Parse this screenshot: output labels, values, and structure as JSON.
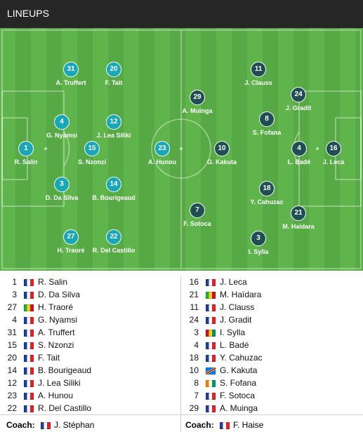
{
  "header": {
    "title": "LINEUPS"
  },
  "home_players_pitch": [
    {
      "num": "1",
      "name": "R. Salin"
    },
    {
      "num": "31",
      "name": "A. Truffert"
    },
    {
      "num": "20",
      "name": "F. Tait"
    },
    {
      "num": "4",
      "name": "G. Nyamsi"
    },
    {
      "num": "12",
      "name": "J. Lea Siliki"
    },
    {
      "num": "15",
      "name": "S. Nzonzi"
    },
    {
      "num": "3",
      "name": "D. Da Silva"
    },
    {
      "num": "14",
      "name": "B. Bourigeaud"
    },
    {
      "num": "27",
      "name": "H. Traoré"
    },
    {
      "num": "22",
      "name": "R. Del Castillo"
    },
    {
      "num": "23",
      "name": "A. Hunou"
    }
  ],
  "away_players_pitch": [
    {
      "num": "29",
      "name": "A. Muinga"
    },
    {
      "num": "10",
      "name": "G. Kakuta"
    },
    {
      "num": "7",
      "name": "F. Sotoca"
    },
    {
      "num": "11",
      "name": "J. Clauss"
    },
    {
      "num": "24",
      "name": "J. Gradit"
    },
    {
      "num": "8",
      "name": "S. Fofana"
    },
    {
      "num": "4",
      "name": "L. Badé"
    },
    {
      "num": "16",
      "name": "J. Leca"
    },
    {
      "num": "18",
      "name": "Y. Cahuzac"
    },
    {
      "num": "21",
      "name": "M. Haïdara"
    },
    {
      "num": "3",
      "name": "I. Sylla"
    }
  ],
  "home_list": [
    {
      "num": "1",
      "name": "R. Salin",
      "flag": "france"
    },
    {
      "num": "3",
      "name": "D. Da Silva",
      "flag": "france"
    },
    {
      "num": "27",
      "name": "H. Traoré",
      "flag": "mali"
    },
    {
      "num": "4",
      "name": "G. Nyamsi",
      "flag": "france"
    },
    {
      "num": "31",
      "name": "A. Truffert",
      "flag": "france"
    },
    {
      "num": "15",
      "name": "S. Nzonzi",
      "flag": "france"
    },
    {
      "num": "20",
      "name": "F. Tait",
      "flag": "france"
    },
    {
      "num": "14",
      "name": "B. Bourigeaud",
      "flag": "france"
    },
    {
      "num": "12",
      "name": "J. Lea Siliki",
      "flag": "france"
    },
    {
      "num": "23",
      "name": "A. Hunou",
      "flag": "france"
    },
    {
      "num": "22",
      "name": "R. Del Castillo",
      "flag": "france"
    }
  ],
  "away_list": [
    {
      "num": "16",
      "name": "J. Leca",
      "flag": "france"
    },
    {
      "num": "21",
      "name": "M. Haïdara",
      "flag": "mali"
    },
    {
      "num": "11",
      "name": "J. Clauss",
      "flag": "france"
    },
    {
      "num": "24",
      "name": "J. Gradit",
      "flag": "france"
    },
    {
      "num": "3",
      "name": "I. Sylla",
      "flag": "guinea"
    },
    {
      "num": "4",
      "name": "L. Badé",
      "flag": "france"
    },
    {
      "num": "18",
      "name": "Y. Cahuzac",
      "flag": "france"
    },
    {
      "num": "10",
      "name": "G. Kakuta",
      "flag": "dr-congo"
    },
    {
      "num": "8",
      "name": "S. Fofana",
      "flag": "ivory-coast"
    },
    {
      "num": "7",
      "name": "F. Sotoca",
      "flag": "france"
    },
    {
      "num": "29",
      "name": "A. Muinga",
      "flag": "france"
    }
  ],
  "coaches": {
    "label": "Coach:",
    "home": {
      "name": "J. Stéphan",
      "flag": "france"
    },
    "away": {
      "name": "F. Haise",
      "flag": "france"
    }
  },
  "colors": {
    "home_badge": "#18a8b5",
    "away_badge": "#1f4f53",
    "pitch_light": "#5fb44c",
    "pitch_dark": "#56a944",
    "header_bg": "#262626"
  }
}
